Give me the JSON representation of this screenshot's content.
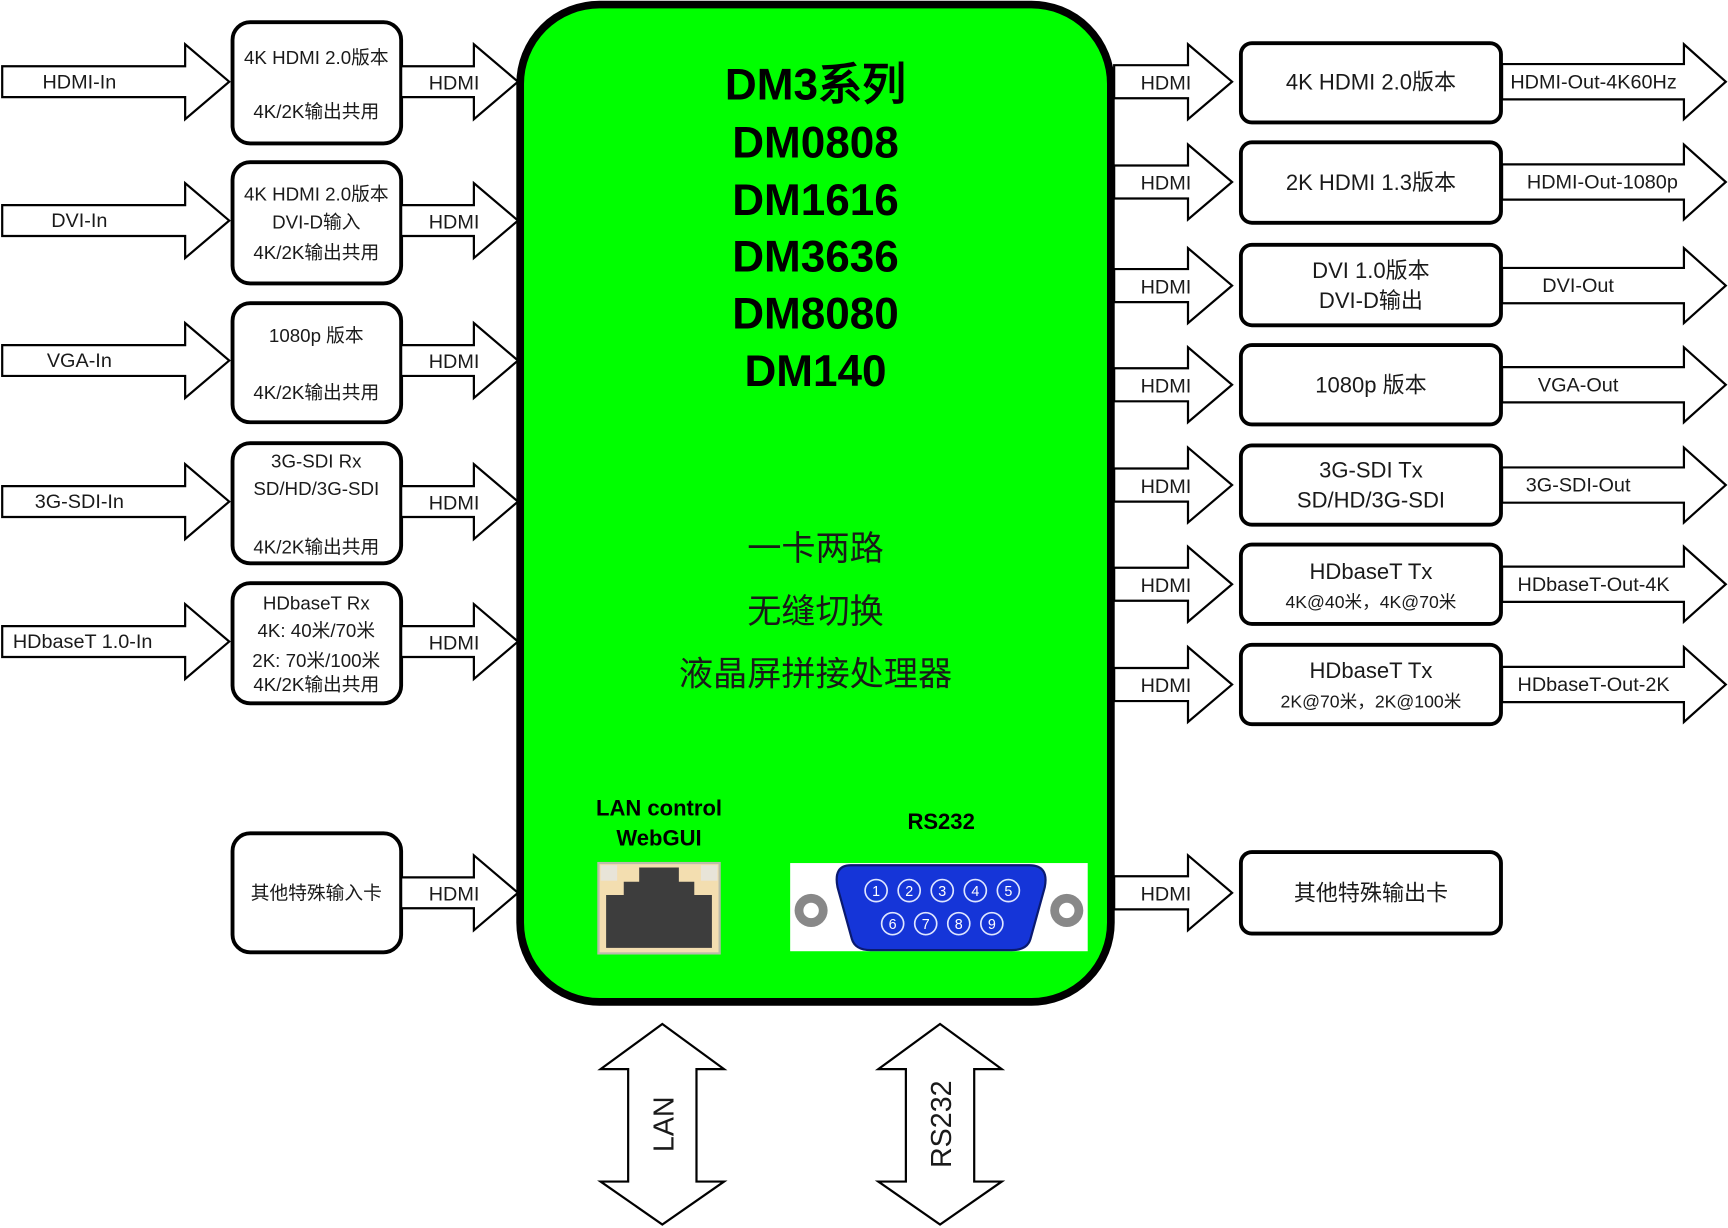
{
  "main_unit": {
    "fill_color": "#00ff00",
    "series_title": "DM3系列",
    "models": [
      "DM0808",
      "DM1616",
      "DM3636",
      "DM8080",
      "DM140"
    ],
    "features": [
      "一卡两路",
      "无缝切换",
      "液晶屏拼接处理器"
    ],
    "lan_label_line1": "LAN control",
    "lan_label_line2": "WebGUI",
    "rs232_label": "RS232",
    "rs232_pins_top": [
      "1",
      "2",
      "3",
      "4",
      "5"
    ],
    "rs232_pins_bottom": [
      "6",
      "7",
      "8",
      "9"
    ]
  },
  "inputs": [
    {
      "signal": "HDMI-In",
      "card_lines": [
        "4K HDMI 2.0版本",
        "",
        "4K/2K输出共用"
      ],
      "link": "HDMI"
    },
    {
      "signal": "DVI-In",
      "card_lines": [
        "4K HDMI 2.0版本",
        "DVI-D输入",
        "4K/2K输出共用"
      ],
      "link": "HDMI"
    },
    {
      "signal": "VGA-In",
      "card_lines": [
        "1080p 版本",
        "",
        "4K/2K输出共用"
      ],
      "link": "HDMI"
    },
    {
      "signal": "3G-SDI-In",
      "card_lines": [
        "3G-SDI Rx",
        "SD/HD/3G-SDI",
        "",
        "4K/2K输出共用"
      ],
      "link": "HDMI"
    },
    {
      "signal": "HDbaseT 1.0-In",
      "card_lines": [
        "HDbaseT Rx",
        "4K: 40米/70米",
        "2K: 70米/100米",
        "4K/2K输出共用"
      ],
      "link": "HDMI"
    },
    {
      "signal": "",
      "card_lines": [
        "其他特殊输入卡"
      ],
      "link": "HDMI"
    }
  ],
  "outputs": [
    {
      "link": "HDMI",
      "card_lines": [
        "4K HDMI 2.0版本"
      ],
      "signal": "HDMI-Out-4K60Hz"
    },
    {
      "link": "HDMI",
      "card_lines": [
        "2K HDMI 1.3版本"
      ],
      "signal": "HDMI-Out-1080p"
    },
    {
      "link": "HDMI",
      "card_lines": [
        "DVI 1.0版本",
        "DVI-D输出"
      ],
      "signal": "DVI-Out"
    },
    {
      "link": "HDMI",
      "card_lines": [
        "1080p 版本"
      ],
      "signal": "VGA-Out"
    },
    {
      "link": "HDMI",
      "card_lines": [
        "3G-SDI Tx",
        "SD/HD/3G-SDI"
      ],
      "signal": "3G-SDI-Out"
    },
    {
      "link": "HDMI",
      "card_lines": [
        "HDbaseT Tx",
        "4K@40米，4K@70米"
      ],
      "signal": "HDbaseT-Out-4K"
    },
    {
      "link": "HDMI",
      "card_lines": [
        "HDbaseT Tx",
        "2K@70米，2K@100米"
      ],
      "signal": "HDbaseT-Out-2K"
    },
    {
      "link": "HDMI",
      "card_lines": [
        "其他特殊输出卡"
      ],
      "signal": ""
    }
  ],
  "control_arrows": [
    {
      "label": "LAN"
    },
    {
      "label": "RS232"
    }
  ]
}
